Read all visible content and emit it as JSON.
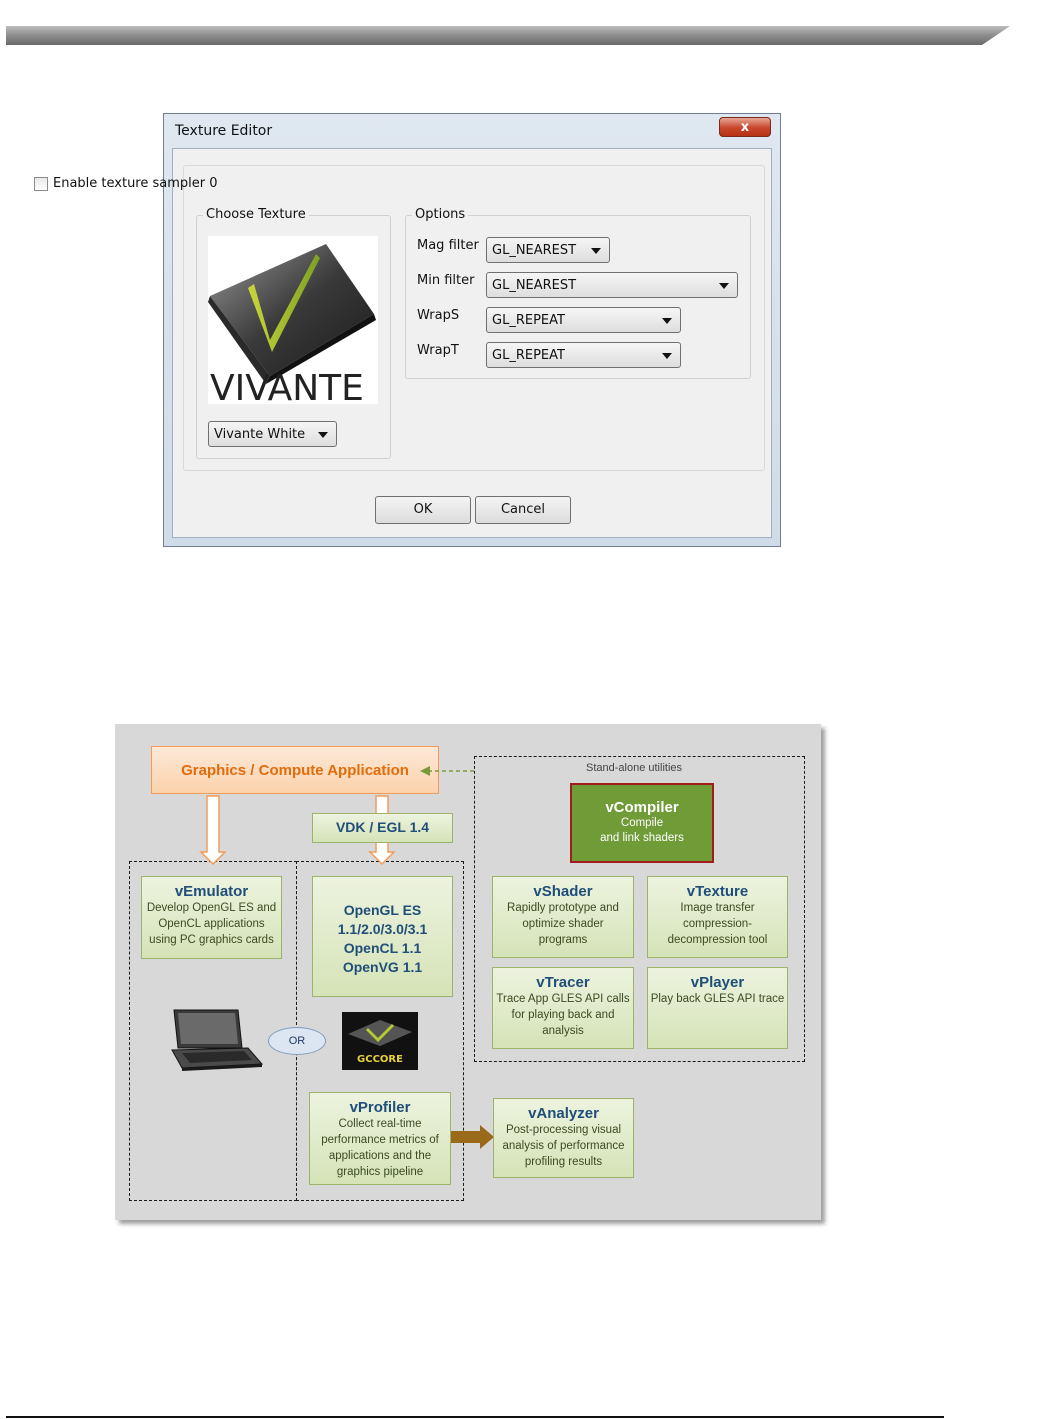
{
  "dialog": {
    "title": "Texture Editor",
    "close_label": "x",
    "enable_checkbox_label": "Enable texture sampler 0",
    "enable_checked": false,
    "choose_texture_label": "Choose Texture",
    "texture_preview_text": "VIVANTE",
    "texture_select_value": "Vivante White",
    "options_label": "Options",
    "options": [
      {
        "label": "Mag filter",
        "value": "GL_NEAREST"
      },
      {
        "label": "Min filter",
        "value": "GL_NEAREST"
      },
      {
        "label": "WrapS",
        "value": "GL_REPEAT"
      },
      {
        "label": "WrapT",
        "value": "GL_REPEAT"
      }
    ],
    "ok_label": "OK",
    "cancel_label": "Cancel"
  },
  "diagram": {
    "app_label": "Graphics / Compute Application",
    "vdk_label": "VDK / EGL 1.4",
    "standalone_label": "Stand-alone utilities",
    "apis": [
      "OpenGL ES",
      "1.1/2.0/3.0/3.1",
      "OpenCL 1.1",
      "OpenVG 1.1"
    ],
    "or_label": "OR",
    "gccore_label": "GCCORE",
    "vemulator": {
      "title": "vEmulator",
      "desc": [
        "Develop OpenGL ES and",
        "OpenCL applications",
        "using PC graphics cards"
      ]
    },
    "vcompiler": {
      "title": "vCompiler",
      "desc": [
        "Compile",
        "and link shaders"
      ]
    },
    "vshader": {
      "title": "vShader",
      "desc": [
        "Rapidly prototype and",
        "optimize shader",
        "programs"
      ]
    },
    "vtexture": {
      "title": "vTexture",
      "desc": [
        "Image transfer",
        "compression-",
        "decompression tool"
      ]
    },
    "vtracer": {
      "title": "vTracer",
      "desc": [
        "Trace App GLES API calls",
        "for playing back and",
        "analysis"
      ]
    },
    "vplayer": {
      "title": "vPlayer",
      "desc": [
        "Play back GLES API trace"
      ]
    },
    "vprofiler": {
      "title": "vProfiler",
      "desc": [
        "Collect real-time",
        "performance metrics of",
        "applications and the",
        "graphics pipeline"
      ]
    },
    "vanalyzer": {
      "title": "vAnalyzer",
      "desc": [
        "Post-processing visual",
        "analysis of performance",
        "profiling results"
      ]
    },
    "colors": {
      "app_text": "#e36c0a",
      "box_title": "#1f4e79",
      "vcompiler_fill": "#6f9c37",
      "vcompiler_border": "#a11c1c"
    }
  }
}
